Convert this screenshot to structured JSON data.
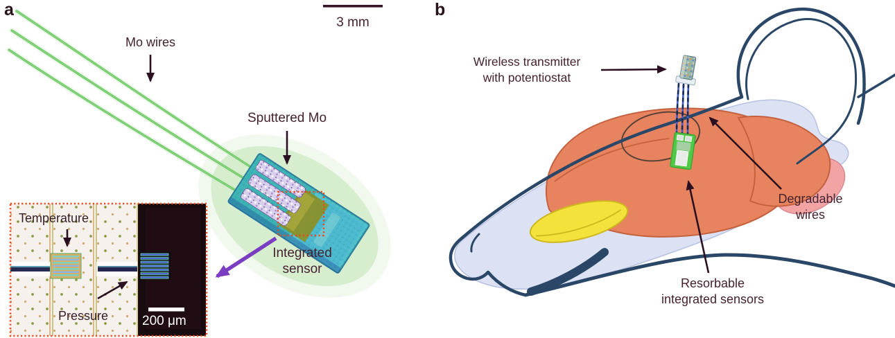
{
  "figure": {
    "panels": {
      "a": {
        "label": "a",
        "mo_wires_label": "Mo wires",
        "sputtered_mo_label": "Sputtered Mo",
        "integrated_sensor": {
          "line1": "Integrated",
          "line2": "sensor"
        },
        "scale_bar_label": "3 mm",
        "inset": {
          "temperature_label": "Temperature",
          "pressure_label": "Pressure",
          "scale_bar_label": "200 μm"
        }
      },
      "b": {
        "label": "b",
        "wireless_transmitter": {
          "line1": "Wireless transmitter",
          "line2": "with potentiostat"
        },
        "degradable_wires": {
          "line1": "Degradable",
          "line2": "wires"
        },
        "resorbable_sensors": {
          "line1": "Resorbable",
          "line2": "integrated sensors"
        }
      }
    },
    "colors": {
      "annotation_text": "#45222f",
      "panel_letter": "#2a141c",
      "annotation_arrow": "#2a1020",
      "inset_arrow_purple": "#7a3cc0",
      "inset_border_orange": "#ea4a1d",
      "wire_green": "#68c45f",
      "device_teal": "#3db3b4",
      "sputtered_pad_lavender": "#d9d0ec",
      "rat_outline_navy": "#2b4767",
      "head_fill_lavender": "#dce2f3",
      "brain_salmon": "#e8835f",
      "olfactory_bulb_yellow": "#f2e23b",
      "brainstem_pink": "#f2a3a4",
      "sensor_patch_green": "#52c848",
      "degradable_wire_blue": "#3f5bc8",
      "inset_scale_text": "#ffffff"
    }
  }
}
